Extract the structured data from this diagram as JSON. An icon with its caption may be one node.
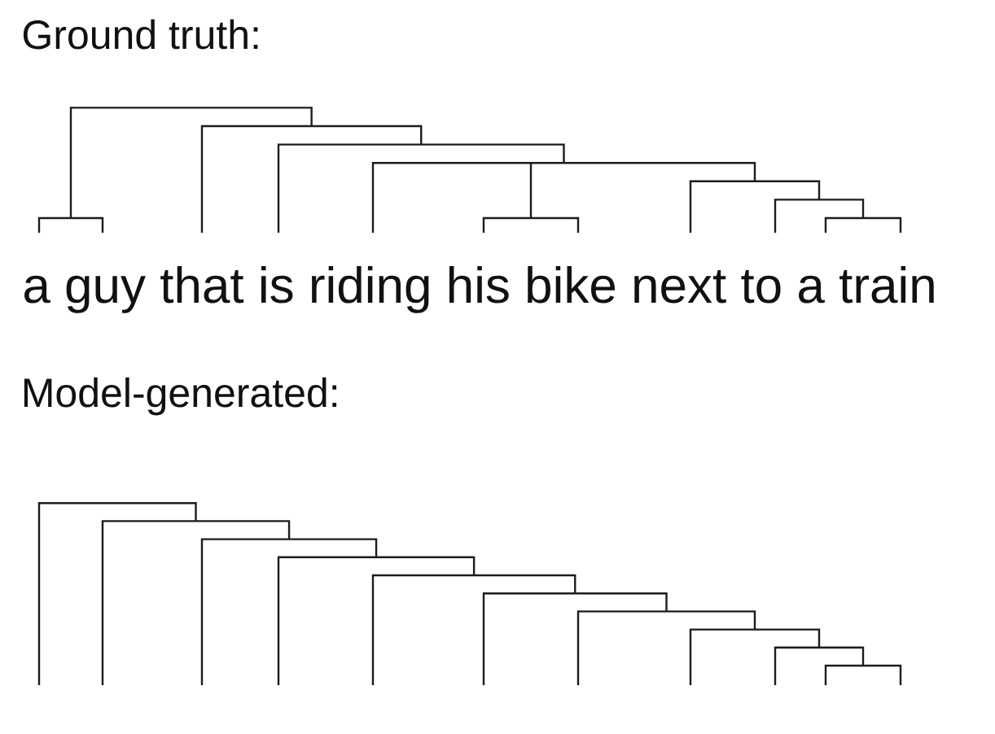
{
  "diagram": {
    "labels": [
      "Ground truth:",
      "a guy that is riding his bike next to a train",
      "Model-generated:"
    ]
  }
}
